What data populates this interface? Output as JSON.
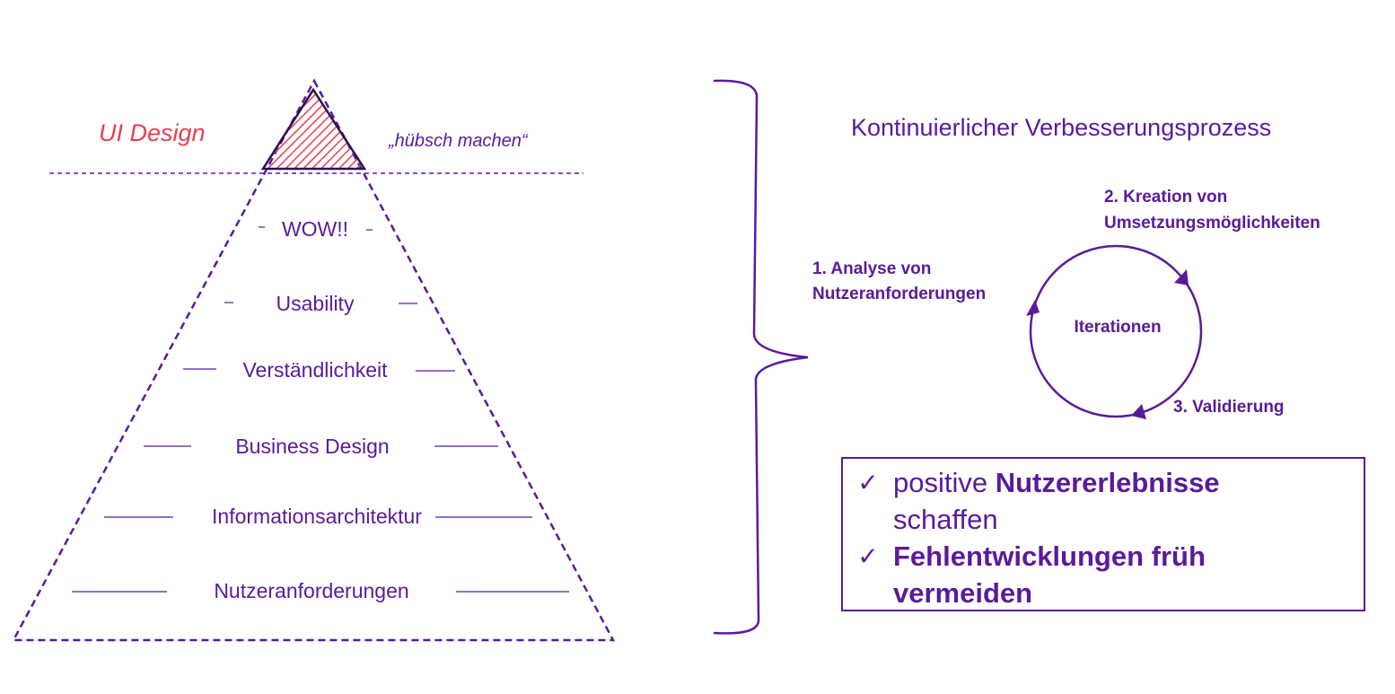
{
  "colors": {
    "primary": "#5a1a9a",
    "accent": "#e8404f"
  },
  "pyramid": {
    "tip_label": "UI Design",
    "tip_note": "„hübsch machen“",
    "levels": [
      "WOW!!",
      "Usability",
      "Verständlichkeit",
      "Business Design",
      "Informationsarchitektur",
      "Nutzeranforderungen"
    ]
  },
  "process": {
    "title": "Kontinuierlicher Verbesserungsprozess",
    "center": "Iterationen",
    "step1": [
      "1. Analyse von",
      "Nutzeranforderungen"
    ],
    "step2": [
      "2. Kreation von",
      "Umsetzungsmöglichkeiten"
    ],
    "step3": "3. Validierung"
  },
  "benefits": {
    "check_icon": "✓",
    "item1_normal": "positive ",
    "item1_bold": "Nutzererlebnisse",
    "item1_rest": "schaffen",
    "item2_bold": "Fehlentwicklungen früh vermeiden"
  }
}
